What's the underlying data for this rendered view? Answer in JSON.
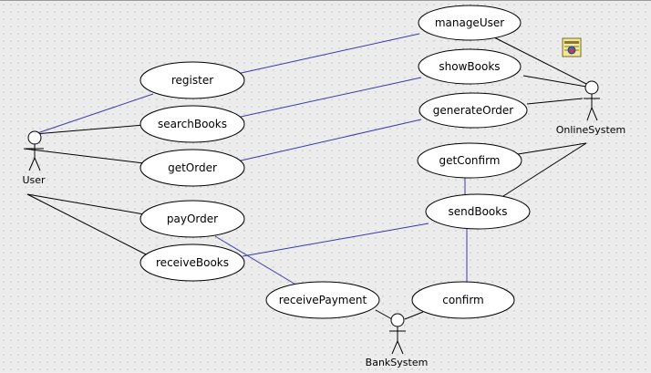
{
  "diagram": {
    "actors": [
      {
        "id": "user",
        "label": "User"
      },
      {
        "id": "online",
        "label": "OnlineSystem"
      },
      {
        "id": "bank",
        "label": "BankSystem"
      }
    ],
    "use_cases": [
      {
        "id": "manageUser",
        "label": "manageUser"
      },
      {
        "id": "register",
        "label": "register"
      },
      {
        "id": "showBooks",
        "label": "showBooks"
      },
      {
        "id": "searchBooks",
        "label": "searchBooks"
      },
      {
        "id": "generateOrder",
        "label": "generateOrder"
      },
      {
        "id": "getOrder",
        "label": "getOrder"
      },
      {
        "id": "getConfirm",
        "label": "getConfirm"
      },
      {
        "id": "payOrder",
        "label": "payOrder"
      },
      {
        "id": "sendBooks",
        "label": "sendBooks"
      },
      {
        "id": "receiveBooks",
        "label": "receiveBooks"
      },
      {
        "id": "receivePayment",
        "label": "receivePayment"
      },
      {
        "id": "confirm",
        "label": "confirm"
      }
    ],
    "colors": {
      "association": "#000000",
      "link": "#3a3aa8",
      "ellipse_fill": "#ffffff",
      "ellipse_stroke": "#000000"
    },
    "icons": [
      "class-diagram-icon"
    ]
  }
}
